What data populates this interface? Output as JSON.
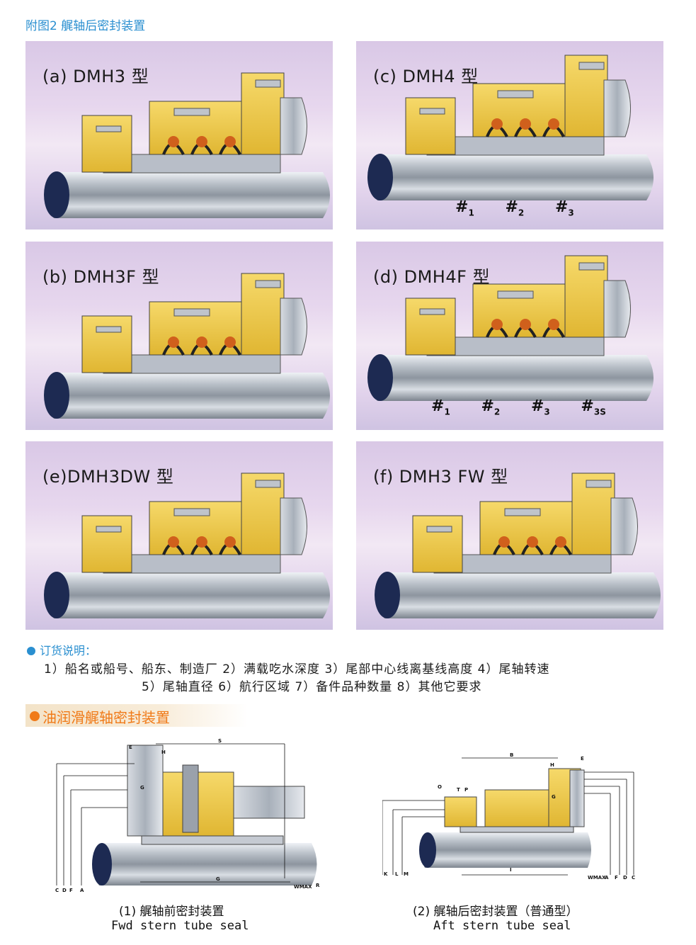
{
  "figure_title": "附图2  艉轴后密封装置",
  "panels": [
    {
      "id": "a",
      "label": "(a) DMH3 型",
      "marks": []
    },
    {
      "id": "c",
      "label": "(c) DMH4 型",
      "marks": [
        {
          "h": "#",
          "s": "1"
        },
        {
          "h": "#",
          "s": "2"
        },
        {
          "h": "#",
          "s": "3"
        }
      ]
    },
    {
      "id": "b",
      "label": "(b) DMH3F 型",
      "marks": []
    },
    {
      "id": "d",
      "label": "(d) DMH4F 型",
      "marks": [
        {
          "h": "#",
          "s": "1"
        },
        {
          "h": "#",
          "s": "2"
        },
        {
          "h": "#",
          "s": "3"
        },
        {
          "h": "#",
          "s": "3S"
        }
      ]
    },
    {
      "id": "e",
      "label": "(e)DMH3DW 型",
      "marks": []
    },
    {
      "id": "f",
      "label": "(f) DMH3 FW 型",
      "marks": []
    }
  ],
  "order_info": {
    "heading": "订货说明：",
    "line1": "1）船名或船号、船东、制造厂  2）满载吃水深度  3）尾部中心线离基线高度  4）尾轴转速",
    "line2": "5）尾轴直径  6）航行区域  7）备件品种数量  8）其他它要求"
  },
  "oil_section": {
    "heading": "油润滑艉轴密封装置"
  },
  "drawings": [
    {
      "cn": "(1) 艉轴前密封装置",
      "en": "Fwd stern tube seal",
      "dims": {
        "top": [
          "E",
          "H",
          "S",
          "G"
        ],
        "bottom": [
          "C",
          "D",
          "F",
          "A",
          "G",
          "WMAX",
          "R"
        ]
      }
    },
    {
      "cn": "(2) 艉轴后密封装置（普通型）",
      "en": "Aft stern tube seal",
      "dims": {
        "top": [
          "B",
          "H",
          "E",
          "O",
          "T",
          "P",
          "G"
        ],
        "bottom": [
          "K",
          "L",
          "M",
          "I",
          "WMAX",
          "A",
          "F",
          "D",
          "C"
        ]
      }
    }
  ]
}
